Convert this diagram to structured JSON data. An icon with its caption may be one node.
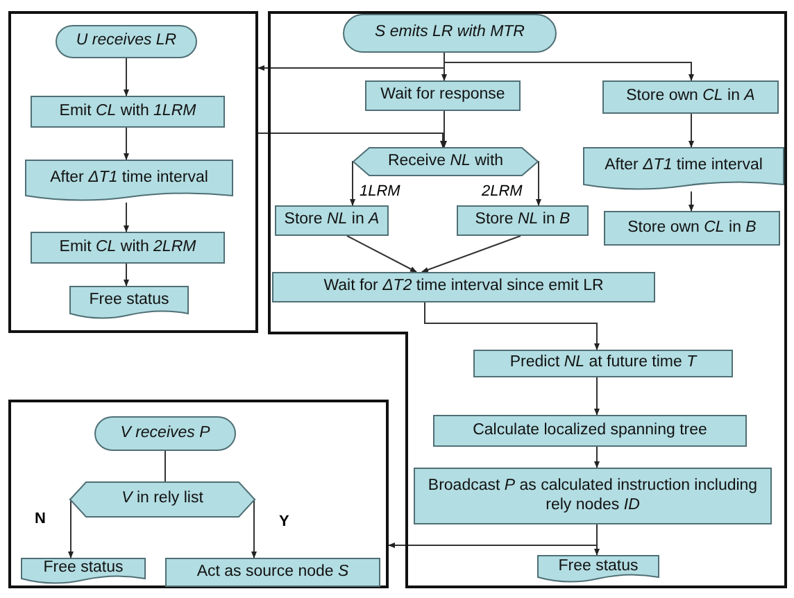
{
  "diagram": {
    "nodes": [
      {
        "text": [],
        "shape": "box"
      },
      {
        "text": [
          "U receives LR"
        ],
        "in": 0
      },
      {
        "text": [
          "Emit *CL* with *1LRM*"
        ],
        "in": 0
      },
      {
        "text": [
          "After *ΔT1* time interval"
        ],
        "in": 0
      },
      {
        "text": [
          "Emit *CL* with *2LRM*"
        ],
        "in": 0
      },
      {
        "text": [
          "Free status"
        ],
        "in": 0
      },
      {
        "text": [],
        "shape": "box"
      },
      {
        "text": [
          "S emits LR with MTR"
        ],
        "in": 6
      },
      {
        "text": [
          "Wait for response"
        ],
        "in": 6
      },
      {
        "text": [
          "Store own *CL* in *A*"
        ],
        "in": 6
      },
      {
        "text": [
          "Receive *NL* with"
        ],
        "in": 6
      },
      {
        "text": [
          "After *ΔT1* time interval"
        ],
        "in": 6
      },
      {
        "text": [
          "Store *NL* in *A*"
        ],
        "in": 6
      },
      {
        "text": [
          "Store *NL* in *B*"
        ],
        "in": 6
      },
      {
        "text": [
          "Store own *CL* in *B*"
        ],
        "in": 6
      },
      {
        "text": [
          "Wait for *ΔT2* time interval since emit LR"
        ],
        "in": 6
      },
      {
        "text": [
          "Predict *NL* at future time *T*"
        ],
        "in": 6
      },
      {
        "text": [
          "Calculate localized spanning tree"
        ],
        "in": 6
      },
      {
        "text": [
          "Broadcast *P* as calculated instruction including rely nodes *ID*"
        ],
        "in": 6
      },
      {
        "text": [
          "Free status"
        ],
        "in": 6
      },
      {
        "text": [],
        "shape": "box"
      },
      {
        "text": [
          "V receives P"
        ],
        "in": 20
      },
      {
        "text": [
          "*V*  in rely list"
        ],
        "in": 20
      },
      {
        "text": [
          "Free status"
        ],
        "in": 20
      },
      {
        "text": [
          "Act as source node *S*"
        ],
        "in": 20
      }
    ],
    "edges": [
      {
        "from": 1,
        "to": 2,
        "arrow": "to"
      },
      {
        "from": 2,
        "to": 3,
        "arrow": "to"
      },
      {
        "from": 3,
        "to": 4,
        "arrow": "to"
      },
      {
        "from": 4,
        "to": 5,
        "arrow": "to"
      },
      {
        "from": 7,
        "to": 8,
        "arrow": "to"
      },
      {
        "from": 7,
        "to": 9,
        "arrow": "to"
      },
      {
        "from": 7,
        "to": 0,
        "arrow": "to"
      },
      {
        "from": 8,
        "to": 10,
        "arrow": "to"
      },
      {
        "from": 0,
        "to": 10,
        "arrow": "to"
      },
      {
        "from": 10,
        "to": 12,
        "arrow": "to",
        "label": "1LRM"
      },
      {
        "from": 10,
        "to": 13,
        "arrow": "to",
        "label": "2LRM"
      },
      {
        "from": 9,
        "to": 11,
        "arrow": "to"
      },
      {
        "from": 11,
        "to": 14,
        "arrow": "to"
      },
      {
        "from": 12,
        "to": 15,
        "arrow": "to"
      },
      {
        "from": 13,
        "to": 15,
        "arrow": "to"
      },
      {
        "from": 15,
        "to": 16,
        "arrow": "to"
      },
      {
        "from": 16,
        "to": 17,
        "arrow": "to"
      },
      {
        "from": 17,
        "to": 18,
        "arrow": "to"
      },
      {
        "from": 18,
        "to": 19,
        "arrow": "to"
      },
      {
        "from": 18,
        "to": 20,
        "arrow": "to"
      },
      {
        "from": 21,
        "to": 22,
        "arrow": "none"
      },
      {
        "from": 22,
        "to": 23,
        "arrow": "to",
        "label": "N"
      },
      {
        "from": 22,
        "to": 24,
        "arrow": "to",
        "label": "Y"
      }
    ]
  }
}
